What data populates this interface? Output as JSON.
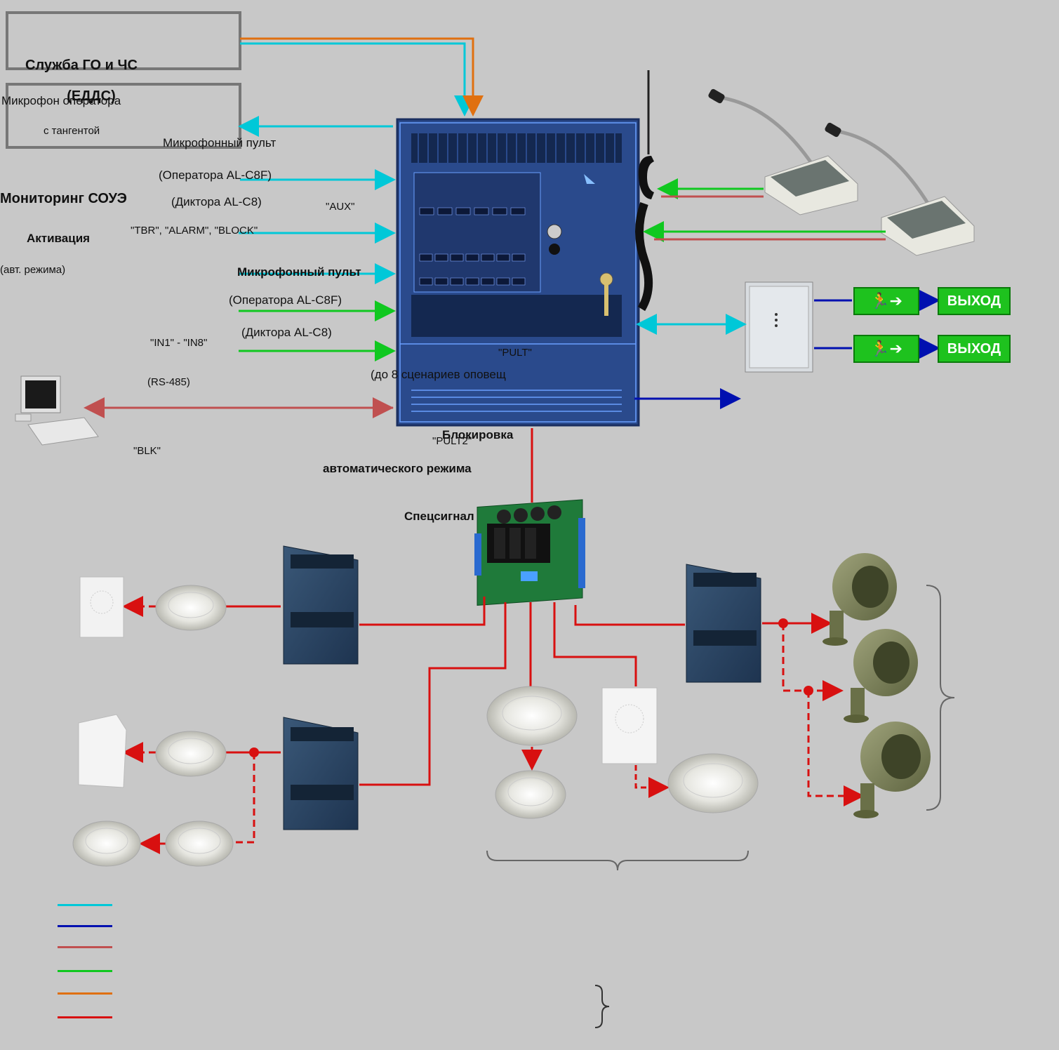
{
  "labels": {
    "go_chs": "Служба ГО и ЧС",
    "eds": "(ЕДДС)",
    "mic_operator_top": "Микрофон оператора",
    "mic_tangent": "с тангентой",
    "mic_panel_1": "Микрофонный пульт",
    "operator_c8f_1": "(Оператора AL-C8F)",
    "dictor_c8_1": "(Диктора AL-C8)",
    "aux": "\"AUX\"",
    "monitoring": "Мониторинг СОУЭ",
    "tbr_alarm_block": "\"TBR\", \"ALARM\", \"BLOCK\"",
    "activation": "Активация",
    "avt_mode": "(авт. режима)",
    "mic_panel_2": "Микрофонный пульт",
    "operator_c8f_2": "(Оператора AL-C8F)",
    "dictor_c8_2": "(Диктора AL-C8)",
    "in1_in8": "\"IN1\" - \"IN8\"",
    "rs485": "(RS-485)",
    "blk": "\"BLK\"",
    "pult1": "\"PULT\"",
    "scenario": "(до 8 сценариев оповещ",
    "blocking": "Блокировка",
    "pult2": "\"PULT2\"",
    "auto_mode": "автоматического режима",
    "special_signal": "Спецсигнал",
    "exit_1": "ВЫХОД",
    "exit_2": "ВЫХОД"
  },
  "legend": [
    {
      "color": "#00c8d8",
      "text": ""
    },
    {
      "color": "#0010b0",
      "text": ""
    },
    {
      "color": "#c05050",
      "text": ""
    },
    {
      "color": "#10c820",
      "text": ""
    },
    {
      "color": "#e07010",
      "text": ""
    },
    {
      "color": "#d81010",
      "text": ""
    }
  ],
  "colors": {
    "cyan": "#00c8d8",
    "blue": "#0010b0",
    "brown_red": "#c05050",
    "green": "#10c820",
    "orange": "#e07010",
    "red": "#d81010",
    "panel": "#2a4a8c"
  }
}
